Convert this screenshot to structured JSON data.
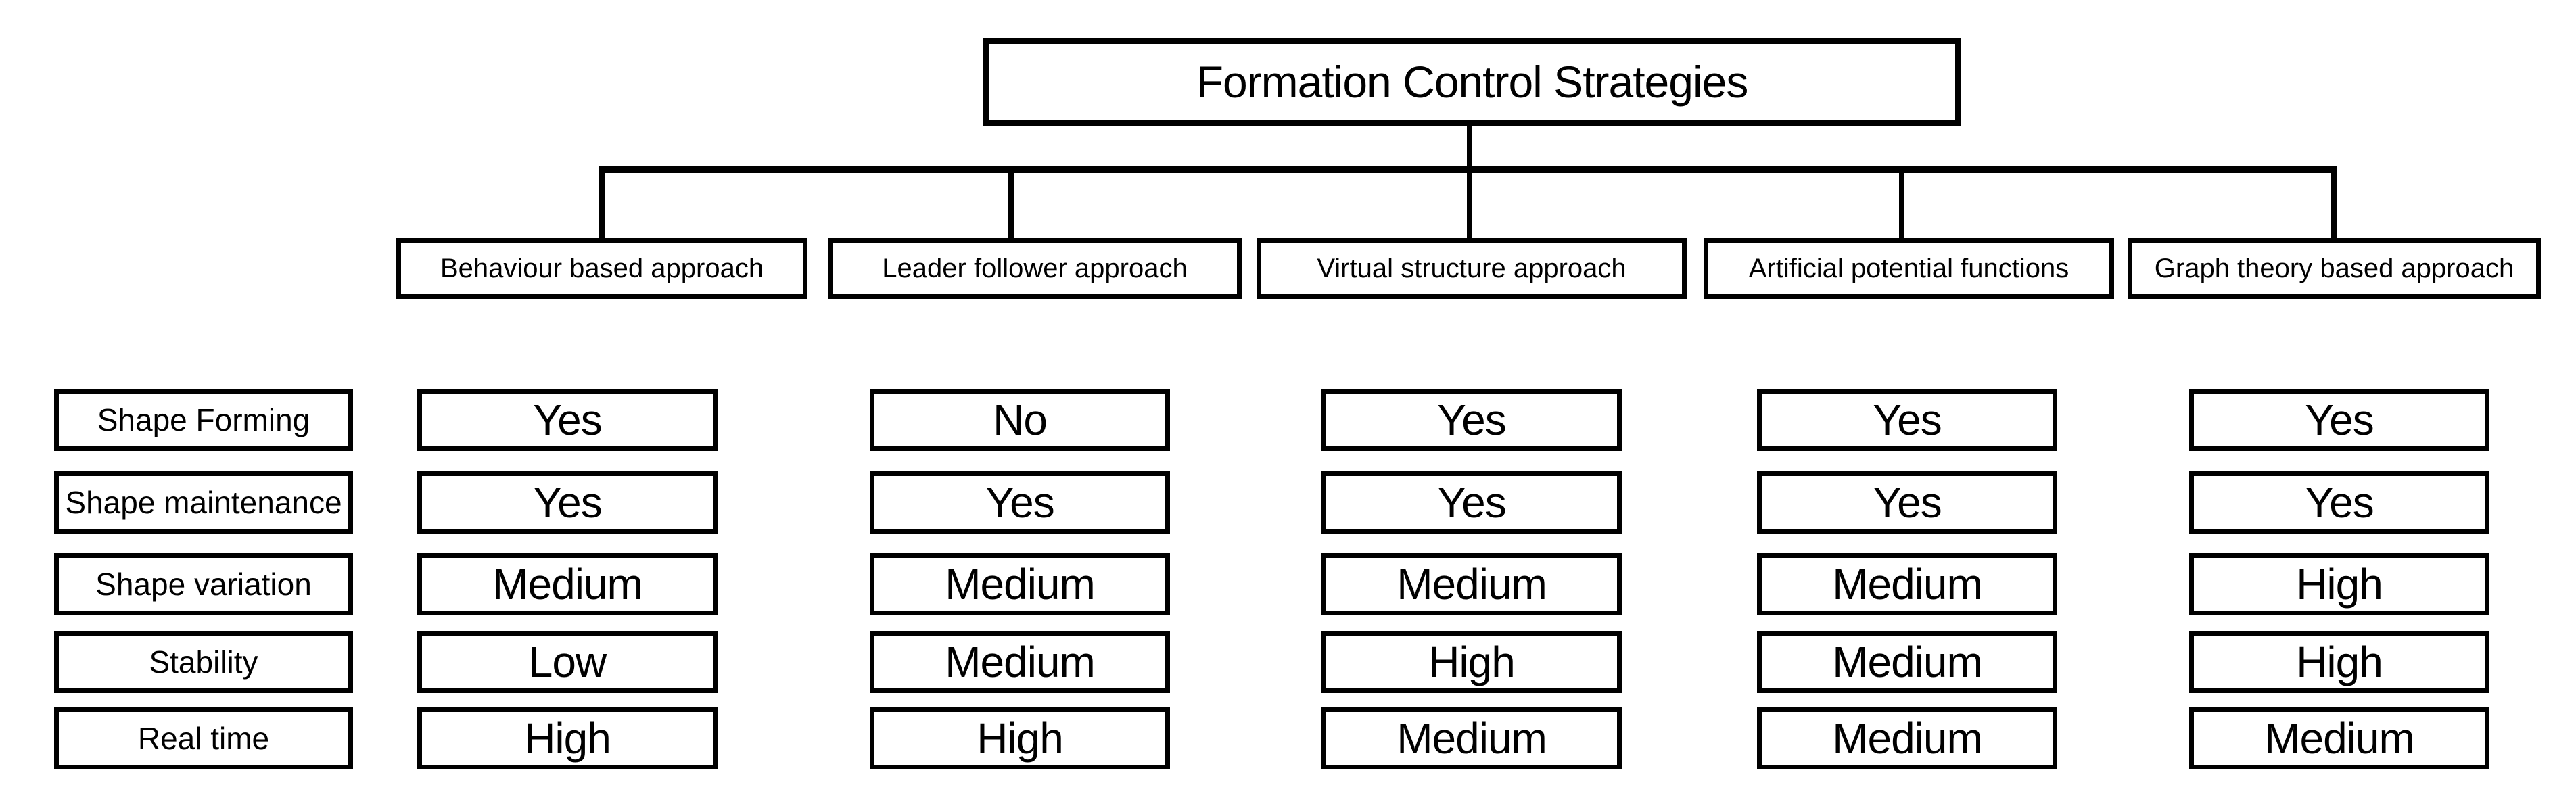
{
  "diagram": {
    "title": "Formation Control Strategies",
    "strategies": [
      "Behaviour based approach",
      "Leader follower approach",
      "Virtual structure approach",
      "Artificial potential functions",
      "Graph theory based approach"
    ],
    "attributes": [
      "Shape Forming",
      "Shape maintenance",
      "Shape variation",
      "Stability",
      "Real time"
    ],
    "matrix": [
      [
        "Yes",
        "No",
        "Yes",
        "Yes",
        "Yes"
      ],
      [
        "Yes",
        "Yes",
        "Yes",
        "Yes",
        "Yes"
      ],
      [
        "Medium",
        "Medium",
        "Medium",
        "Medium",
        "High"
      ],
      [
        "Low",
        "Medium",
        "High",
        "Medium",
        "High"
      ],
      [
        "High",
        "High",
        "Medium",
        "Medium",
        "Medium"
      ]
    ],
    "colors": {
      "line": "#000000",
      "box_border": "#000000",
      "box_fill": "#ffffff",
      "background": "#ffffff",
      "text": "#000000"
    }
  }
}
